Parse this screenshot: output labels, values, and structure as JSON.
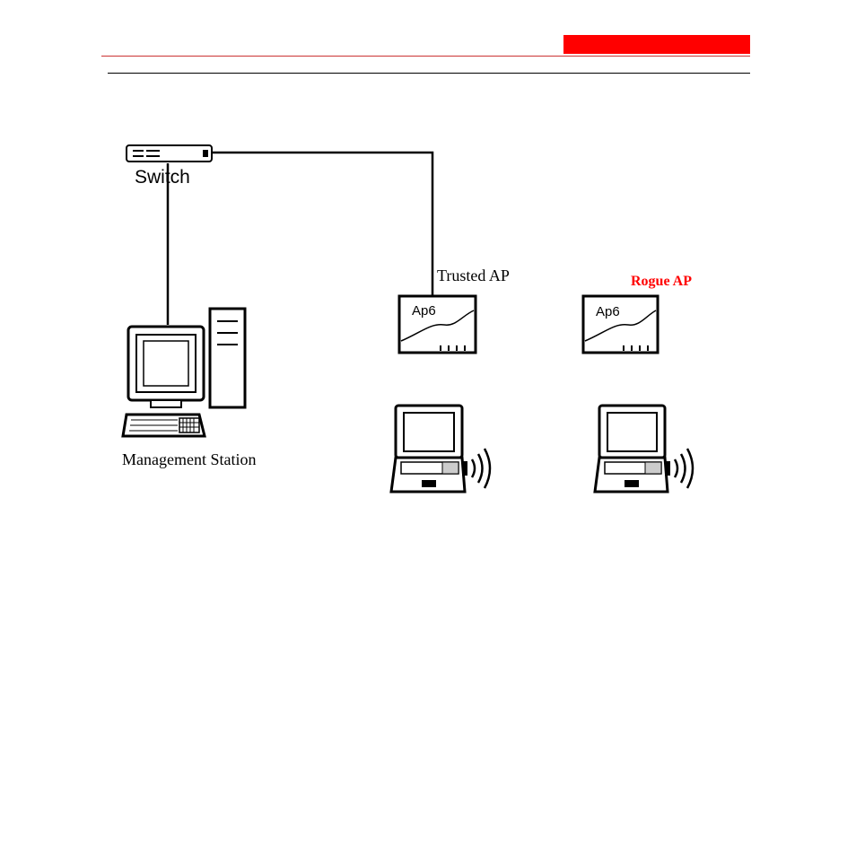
{
  "colors": {
    "accent_red": "#ff0000",
    "rule_red": "#cc3333",
    "rogue_label": "#ff0000",
    "line": "#000000"
  },
  "diagram": {
    "switch": {
      "label": "Switch",
      "icon": "network-switch-icon"
    },
    "management_station": {
      "label": "Management Station",
      "icon": "desktop-computer-icon"
    },
    "trusted_ap": {
      "label": "Trusted AP",
      "device_text": "Ap6",
      "icon": "access-point-icon"
    },
    "rogue_ap": {
      "label": "Rogue AP",
      "device_text": "Ap6",
      "icon": "access-point-icon"
    },
    "client_laptops": [
      {
        "icon": "wireless-laptop-icon"
      },
      {
        "icon": "wireless-laptop-icon"
      }
    ]
  }
}
